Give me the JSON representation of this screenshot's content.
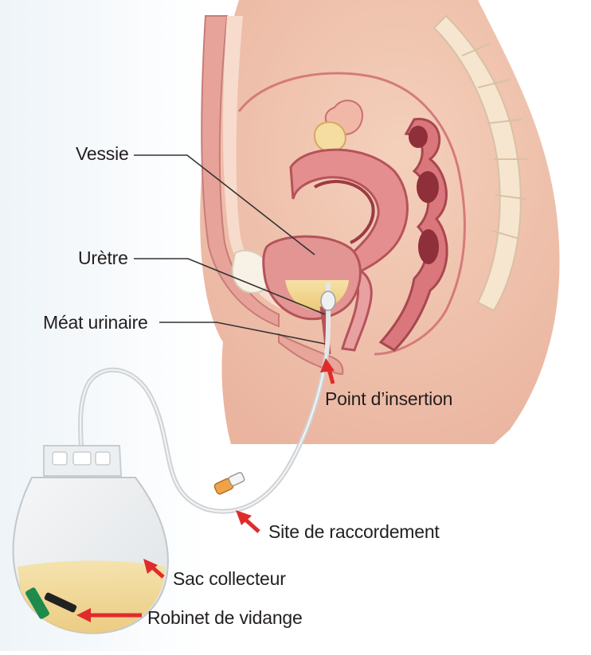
{
  "labels": {
    "vessie": "Vessie",
    "uretre": "Urètre",
    "meat": "Méat urinaire",
    "insertion": "Point d’insertion",
    "raccordement": "Site de raccordement",
    "sac": "Sac collecteur",
    "robinet": "Robinet de vidange"
  },
  "colors": {
    "skin": "#f3d2bd",
    "tissue": "#e8a79d",
    "organ": "#d9777c",
    "urine": "#f4d78c",
    "arrow": "#e02b2b",
    "leader": "#333333",
    "text": "#231f20"
  }
}
